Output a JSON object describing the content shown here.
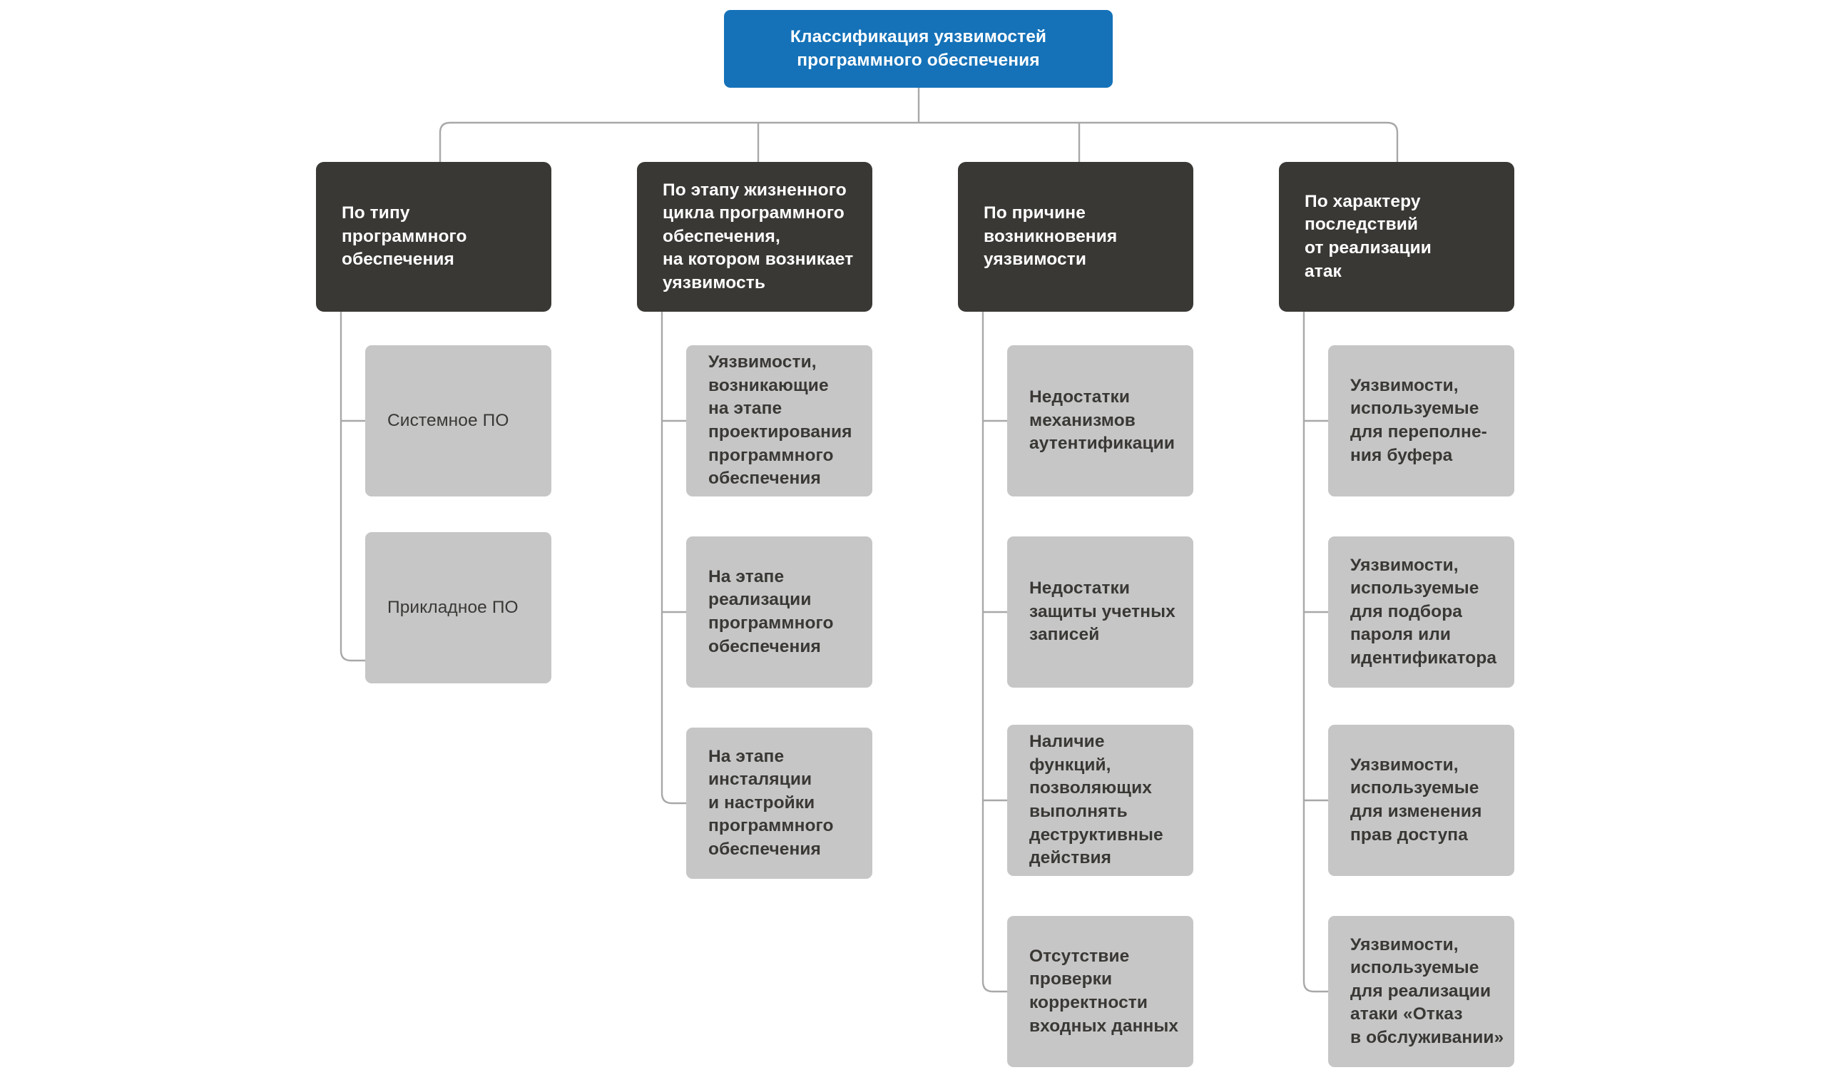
{
  "diagram": {
    "title": "Классификация уязвимостей программного обеспечения",
    "colors": {
      "root_fill": "#1572B8",
      "category_fill": "#3A3835",
      "leaf_fill": "#C6C6C6",
      "connector": "#A8A8A8",
      "root_text": "#FFFFFF",
      "category_text": "#FFFFFF",
      "leaf_text": "#3A3835",
      "background": "#FFFFFF"
    },
    "root": {
      "label": "Классификация уязвимостей\nпрограммного обеспечения"
    },
    "categories": [
      {
        "label": "По типу\nпрограммного\nобеспечения",
        "children": [
          {
            "label": "Системное ПО"
          },
          {
            "label": "Прикладное ПО"
          }
        ]
      },
      {
        "label": "По этапу жизненного\nцикла программного\nобеспечения,\nна котором возникает\nуязвимость",
        "children": [
          {
            "label": "Уязвимости,\nвозникающие\nна этапе\nпроектирования\nпрограммного\nобеспечения"
          },
          {
            "label": "На этапе\nреализации\nпрограммного\nобеспечения"
          },
          {
            "label": "На этапе\nинсталяции\nи настройки\nпрограммного\nобеспечения"
          }
        ]
      },
      {
        "label": "По причине\nвозникновения\nуязвимости",
        "children": [
          {
            "label": "Недостатки\nмеханизмов\nаутентификации"
          },
          {
            "label": "Недостатки\nзащиты учетных\nзаписей"
          },
          {
            "label": "Наличие\nфункций,\nпозволяющих\nвыполнять\nдеструктивные\nдействия"
          },
          {
            "label": "Отсутствие\nпроверки\nкорректности\nвходных данных"
          }
        ]
      },
      {
        "label": "По характеру\nпоследствий\nот реализации\nатак",
        "children": [
          {
            "label": "Уязвимости,\nиспользуемые\nдля переполне-\nния буфера"
          },
          {
            "label": "Уязвимости,\nиспользуемые\nдля подбора\nпароля или\nидентификатора"
          },
          {
            "label": "Уязвимости,\nиспользуемые\nдля изменения\nправ доступа"
          },
          {
            "label": "Уязвимости,\nиспользуемые\nдля реализации\nатаки «Отказ\nв обслуживании»"
          }
        ]
      }
    ]
  }
}
